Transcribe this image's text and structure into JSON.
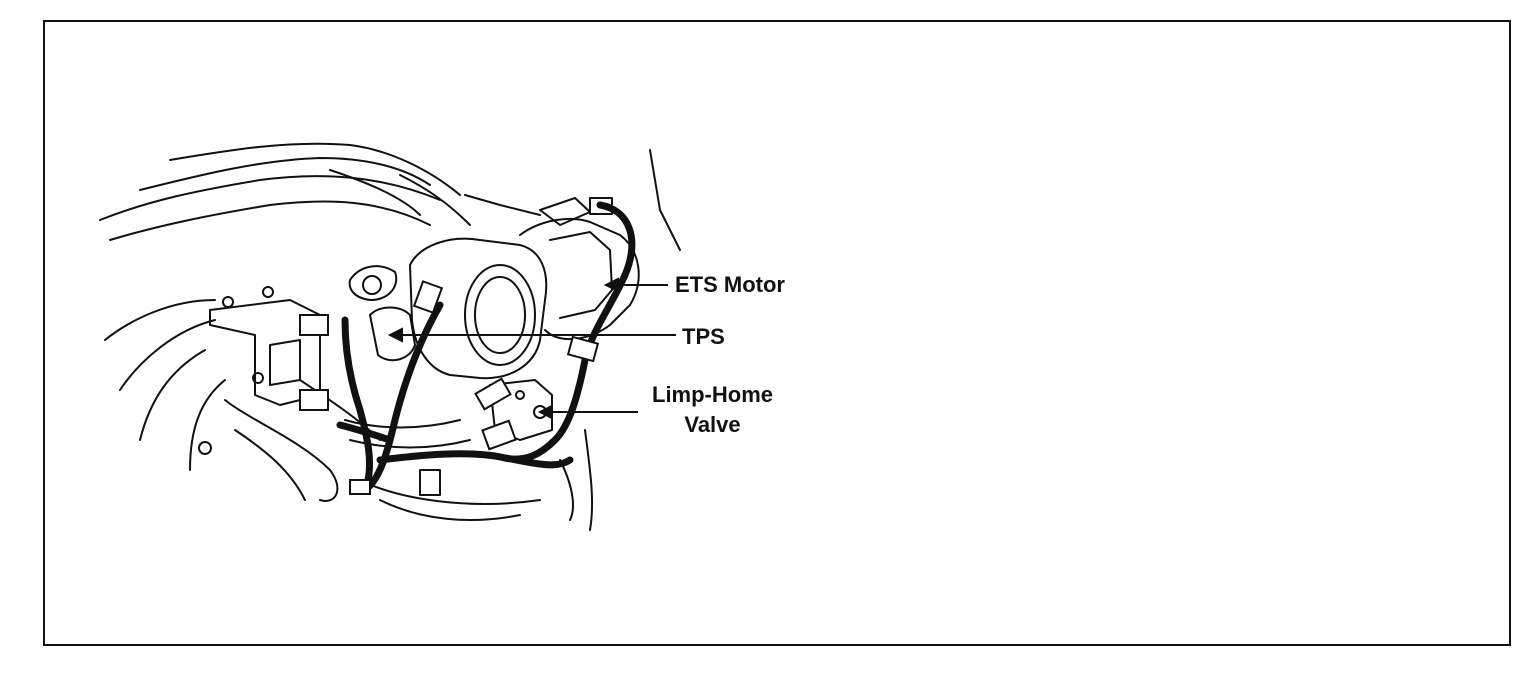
{
  "labels": {
    "ets_motor": "ETS Motor",
    "tps": "TPS",
    "limp_home_line1": "Limp-Home",
    "limp_home_line2": "Valve"
  },
  "colors": {
    "ink": "#111111",
    "background": "#ffffff"
  }
}
